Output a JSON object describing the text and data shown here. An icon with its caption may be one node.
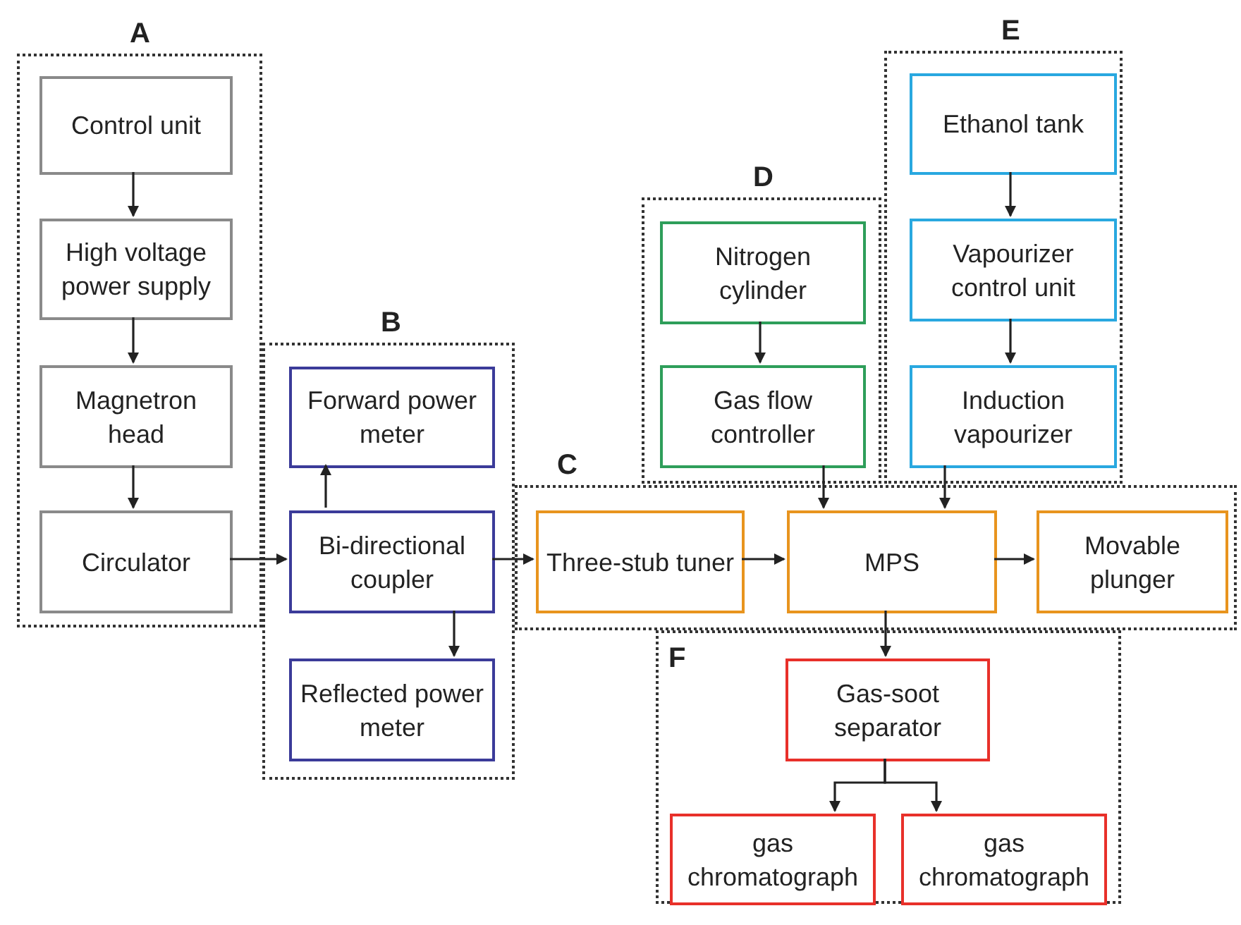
{
  "diagram": {
    "nodes": [
      {
        "text": [
          "A"
        ]
      },
      {
        "text": [
          "Control unit"
        ],
        "in": 0
      },
      {
        "text": [
          "High voltage power supply"
        ],
        "in": 0
      },
      {
        "text": [
          "Magnetron head"
        ],
        "in": 0
      },
      {
        "text": [
          "Circulator"
        ],
        "in": 0
      },
      {
        "text": [
          "B"
        ]
      },
      {
        "text": [
          "Forward power meter"
        ],
        "in": 5
      },
      {
        "text": [
          "Bi-directional coupler"
        ],
        "in": 5
      },
      {
        "text": [
          "Reflected power meter"
        ],
        "in": 5
      },
      {
        "text": [
          "C"
        ]
      },
      {
        "text": [
          "Three-stub tuner"
        ],
        "in": 9
      },
      {
        "text": [
          "MPS"
        ],
        "in": 9
      },
      {
        "text": [
          "Movable plunger"
        ],
        "in": 9
      },
      {
        "text": [
          "D"
        ]
      },
      {
        "text": [
          "Nitrogen cylinder"
        ],
        "in": 13
      },
      {
        "text": [
          "Gas flow controller"
        ],
        "in": 13
      },
      {
        "text": [
          "E"
        ]
      },
      {
        "text": [
          "Ethanol tank"
        ],
        "in": 16
      },
      {
        "text": [
          "Vapourizer control unit"
        ],
        "in": 16
      },
      {
        "text": [
          "Induction vapourizer"
        ],
        "in": 16
      },
      {
        "text": [
          "F"
        ]
      },
      {
        "text": [
          "Gas-soot separator"
        ],
        "in": 20
      },
      {
        "text": [
          "gas chromatograph"
        ],
        "in": 20
      },
      {
        "text": [
          "gas chromatograph"
        ],
        "in": 20
      }
    ],
    "edges": [
      {
        "from": 1,
        "to": 2,
        "arrow": "to"
      },
      {
        "from": 2,
        "to": 3,
        "arrow": "to"
      },
      {
        "from": 3,
        "to": 4,
        "arrow": "to"
      },
      {
        "from": 4,
        "to": 7,
        "arrow": "to"
      },
      {
        "from": 7,
        "to": 6,
        "arrow": "to"
      },
      {
        "from": 7,
        "to": 8,
        "arrow": "to"
      },
      {
        "from": 7,
        "to": 10,
        "arrow": "to"
      },
      {
        "from": 10,
        "to": 11,
        "arrow": "to"
      },
      {
        "from": 11,
        "to": 12,
        "arrow": "to"
      },
      {
        "from": 14,
        "to": 15,
        "arrow": "to"
      },
      {
        "from": 15,
        "to": 11,
        "arrow": "to"
      },
      {
        "from": 17,
        "to": 18,
        "arrow": "to"
      },
      {
        "from": 18,
        "to": 19,
        "arrow": "to"
      },
      {
        "from": 19,
        "to": 11,
        "arrow": "to"
      },
      {
        "from": 11,
        "to": 21,
        "arrow": "to"
      },
      {
        "from": 21,
        "to": 22,
        "arrow": "to"
      },
      {
        "from": 21,
        "to": 23,
        "arrow": "to"
      }
    ]
  }
}
